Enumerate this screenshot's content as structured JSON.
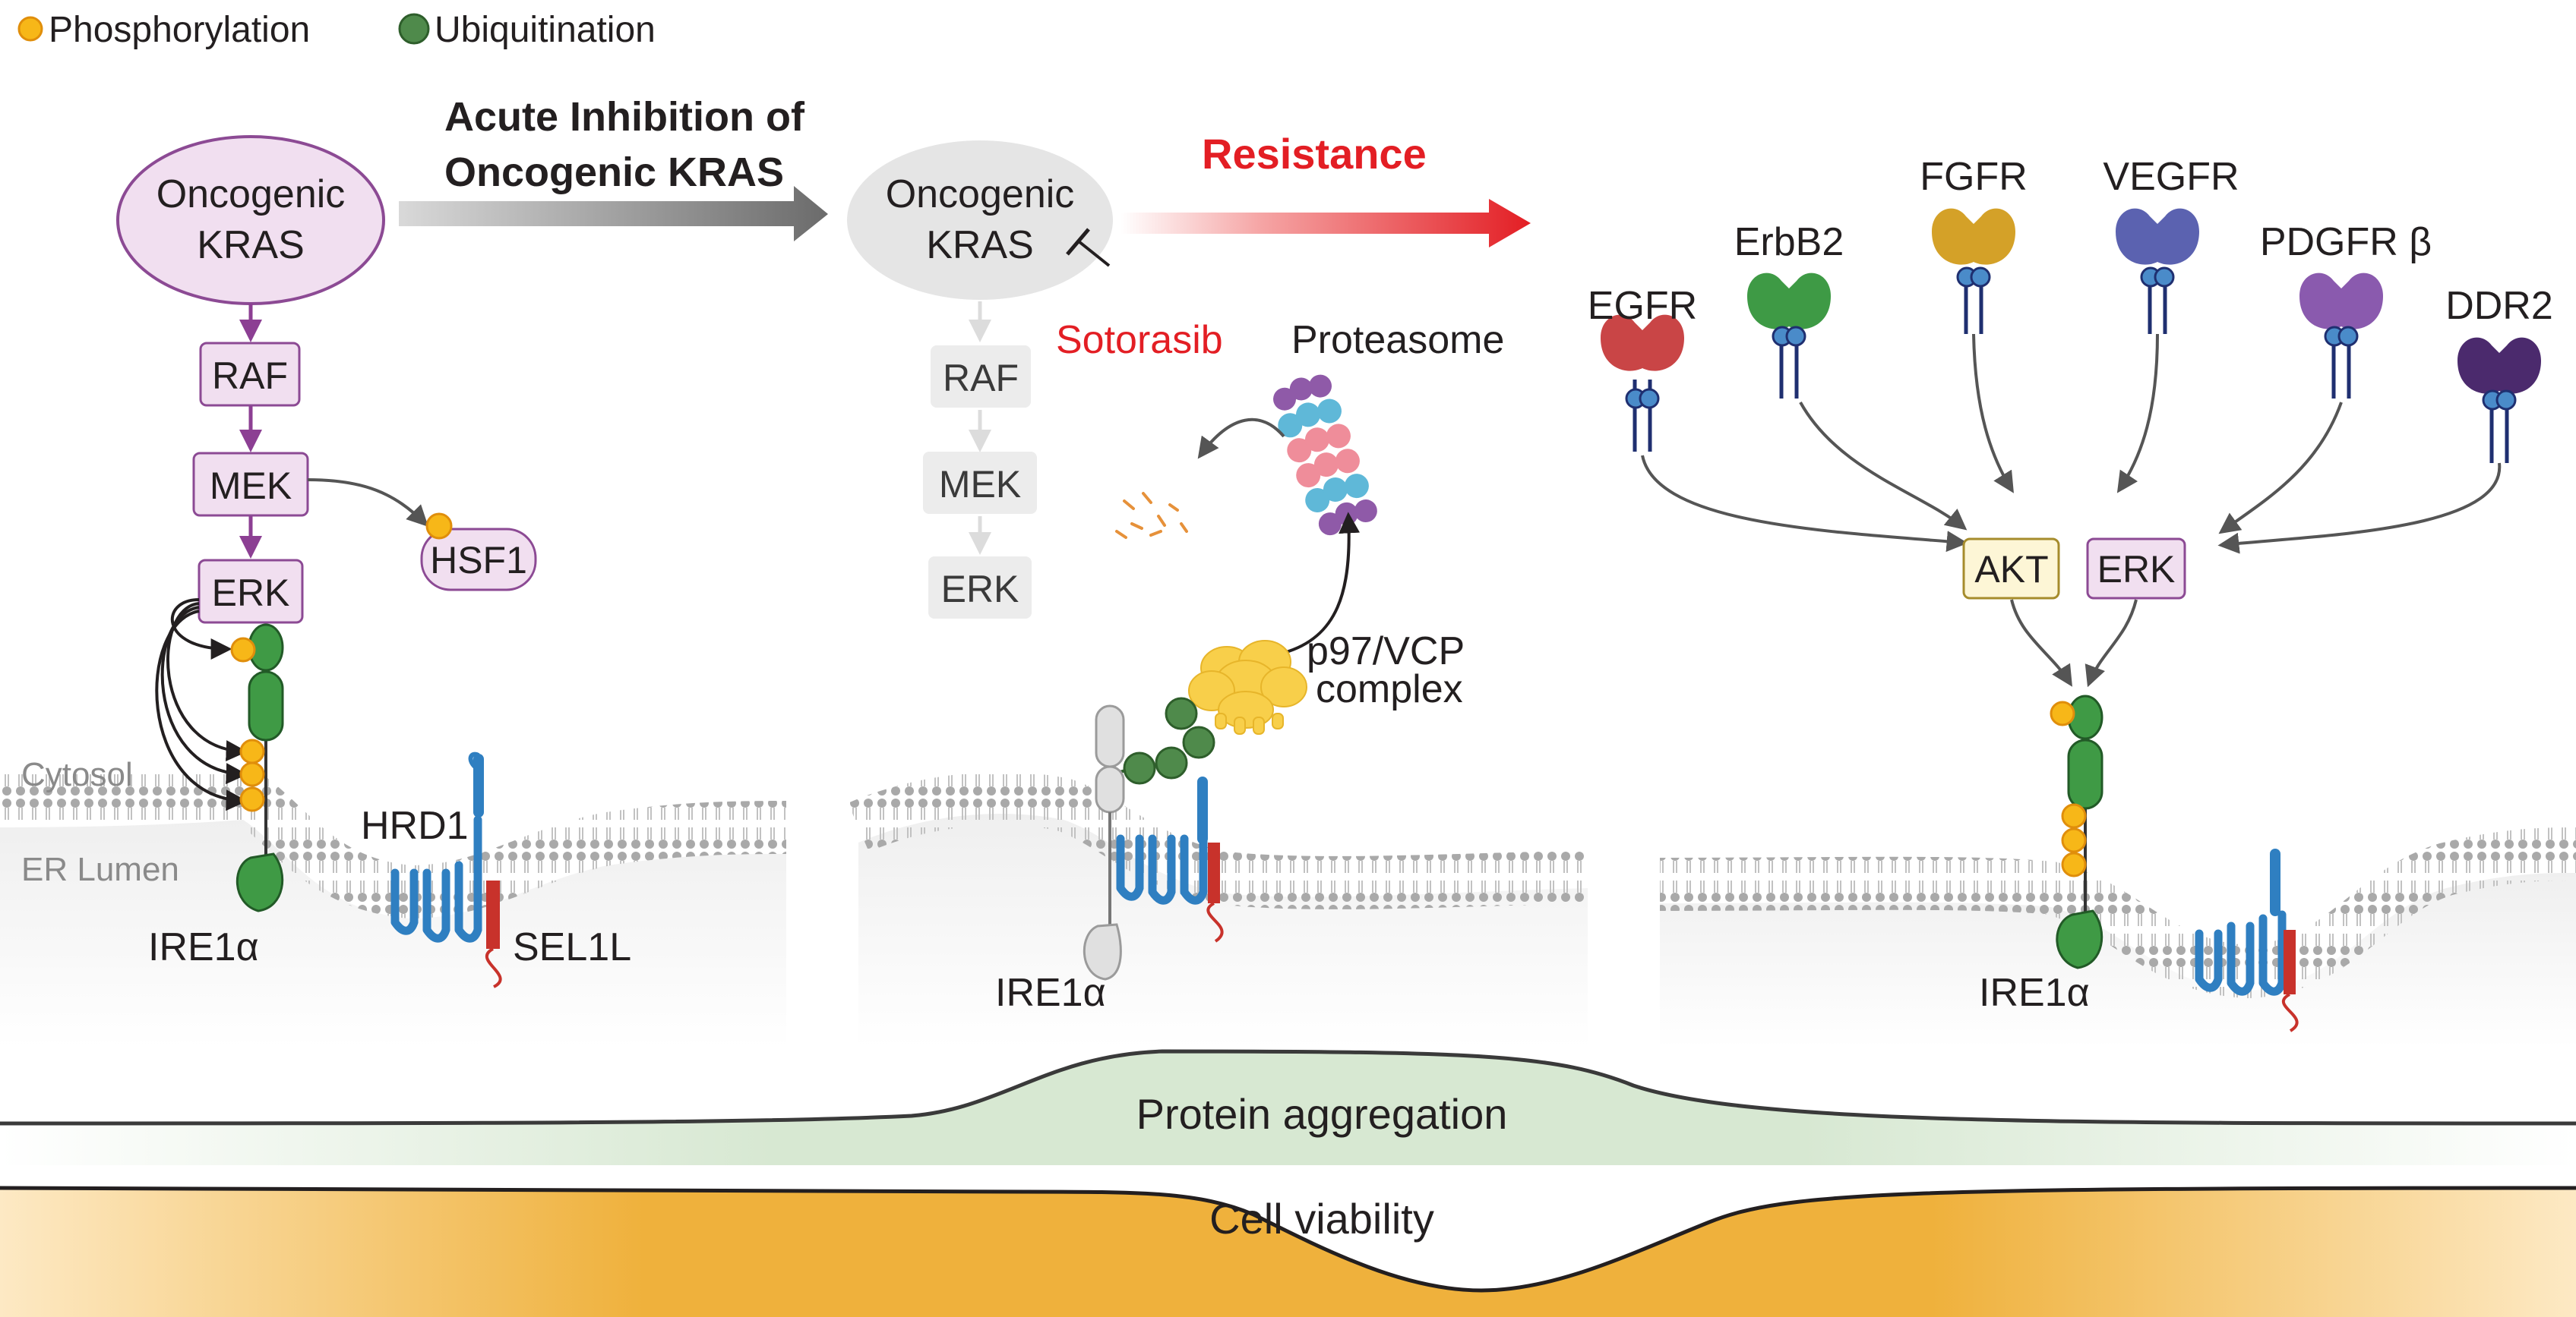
{
  "legend": {
    "phosphorylation": "Phosphorylation",
    "ubiquitination": "Ubiquitination",
    "phospho_color": "#f7b718",
    "ubiquitin_color": "#4f8a4b"
  },
  "panel_left": {
    "kras": "Oncogenic KRAS",
    "raf": "RAF",
    "mek": "MEK",
    "erk": "ERK",
    "hsf1": "HSF1",
    "cytosol": "Cytosol",
    "er_lumen": "ER Lumen",
    "hrd1": "HRD1",
    "sel1l": "SEL1L",
    "ire1a": "IRE1α"
  },
  "transition_1": {
    "line1": "Acute Inhibition of",
    "line2": "Oncogenic KRAS"
  },
  "panel_middle": {
    "kras": "Oncogenic KRAS",
    "sotorasib": "Sotorasib",
    "proteasome": "Proteasome",
    "raf": "RAF",
    "mek": "MEK",
    "erk": "ERK",
    "p97_line1": "p97/VCP",
    "p97_line2": "complex",
    "ire1a": "IRE1α"
  },
  "transition_2": {
    "label": "Resistance"
  },
  "panel_right": {
    "receptors": [
      "EGFR",
      "ErbB2",
      "FGFR",
      "VEGFR",
      "PDGFR β",
      "DDR2"
    ],
    "receptor_colors": [
      "#c94546",
      "#3e9a45",
      "#d4a128",
      "#5b62b0",
      "#8a5aae",
      "#4b2a6d"
    ],
    "akt": "AKT",
    "erk": "ERK",
    "ire1a": "IRE1α"
  },
  "bands": {
    "protein_aggregation": "Protein aggregation",
    "cell_viability": "Cell viability"
  },
  "colors": {
    "kras_fill": "#f1dff0",
    "kras_stroke": "#8c4a94",
    "kinase_arrow": "#8c3f93",
    "membrane_gray": "#b8b8b8",
    "ire1_green": "#3f9a45",
    "hrd1_blue": "#2f7fc1",
    "sel1l_red": "#c8322b",
    "resistance_red": "#e31e24",
    "akt_fill": "#fdf6d6",
    "aggregation_green": "#d7e8d2",
    "viability_orange": "#efb13c"
  }
}
